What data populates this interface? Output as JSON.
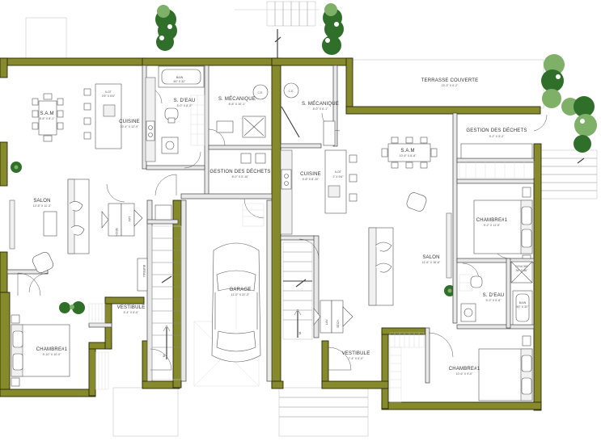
{
  "rooms": {
    "sam_left": {
      "name": "S.A.M",
      "dim": "8'-6\" X 8'-1\""
    },
    "cuisine_left": {
      "name": "CUISINE",
      "dim": "10'-4\" X 12'-9\""
    },
    "ilot_left": {
      "name": "ILOT",
      "dim": "2'6\" X 6'6\""
    },
    "bain_left": {
      "name": "BAIN",
      "dim": "60\" X 32\""
    },
    "sdeau_left": {
      "name": "S. D'EAU",
      "dim": "5'-0\" X 8'-0\""
    },
    "smeca_left": {
      "name": "S. MÉCANIQUE",
      "dim": "8'-8\" X 10'-1\""
    },
    "gestion_center": {
      "name": "GESTION DES DÉCHETS",
      "dim": "8'-0\" X 5'-10\""
    },
    "salon_left": {
      "name": "SALON",
      "dim": "12'-6\" X 11'-3\""
    },
    "garage": {
      "name": "GARAGE",
      "dim": "11'-0\" X 22'-3\""
    },
    "vestibule_left": {
      "name": "VESTIBULE",
      "dim": "5'-4\" X 6'-0\""
    },
    "chambre_left": {
      "name": "CHAMBRE#1",
      "dim": "9'-10\" X 10'-0\""
    },
    "smeca_right": {
      "name": "S. MÉCANIQUE",
      "dim": "8'-0\" X 6'-1\""
    },
    "terrasse": {
      "name": "TERRASSE COUVERTE",
      "dim": "23'-3\" X 6'-2\""
    },
    "gestion_right": {
      "name": "GESTION DES DÉCHETS",
      "dim": "9'-2\" X 5'-2\""
    },
    "sam_right": {
      "name": "S.A.M",
      "dim": "10'-6\" X 8'-8\""
    },
    "cuisine_right": {
      "name": "CUISINE",
      "dim": "9'-8\" X 8'-10\""
    },
    "ilot_right": {
      "name": "ILOT",
      "dim": "2' X 5'6\""
    },
    "salon_right": {
      "name": "SALON",
      "dim": "11'-6\" X 16'-6\""
    },
    "chambre_right_top": {
      "name": "CHAMBRE#1",
      "dim": "9'-2\" X 11'-5\""
    },
    "douche": {
      "name": "DOUCHE",
      "dim": "36\" X 36\""
    },
    "sdeau_right": {
      "name": "S. D'EAU",
      "dim": "5'-3\" X 5'-6\""
    },
    "bain_right": {
      "name": "BAIN",
      "dim": "60\" X 32\""
    },
    "vestibule_right": {
      "name": "VESTIBULE",
      "dim": "7'-4\" X 5'-0\""
    },
    "chambre_right": {
      "name": "CHAMBRE#1",
      "dim": "10'-6\" X 9'-0\""
    }
  },
  "closet_labels": {
    "lav": "LAV.",
    "sech": "SÉCH.",
    "bureau": "BUREAU"
  },
  "fixture_labels": {
    "chauffe_eau": "C.E."
  },
  "stair_labels": {
    "up": "M."
  },
  "colors": {
    "exterior_wall": "#868a2b",
    "interior_wall": "#e8e8e8",
    "plants": "#2f6f2a"
  }
}
